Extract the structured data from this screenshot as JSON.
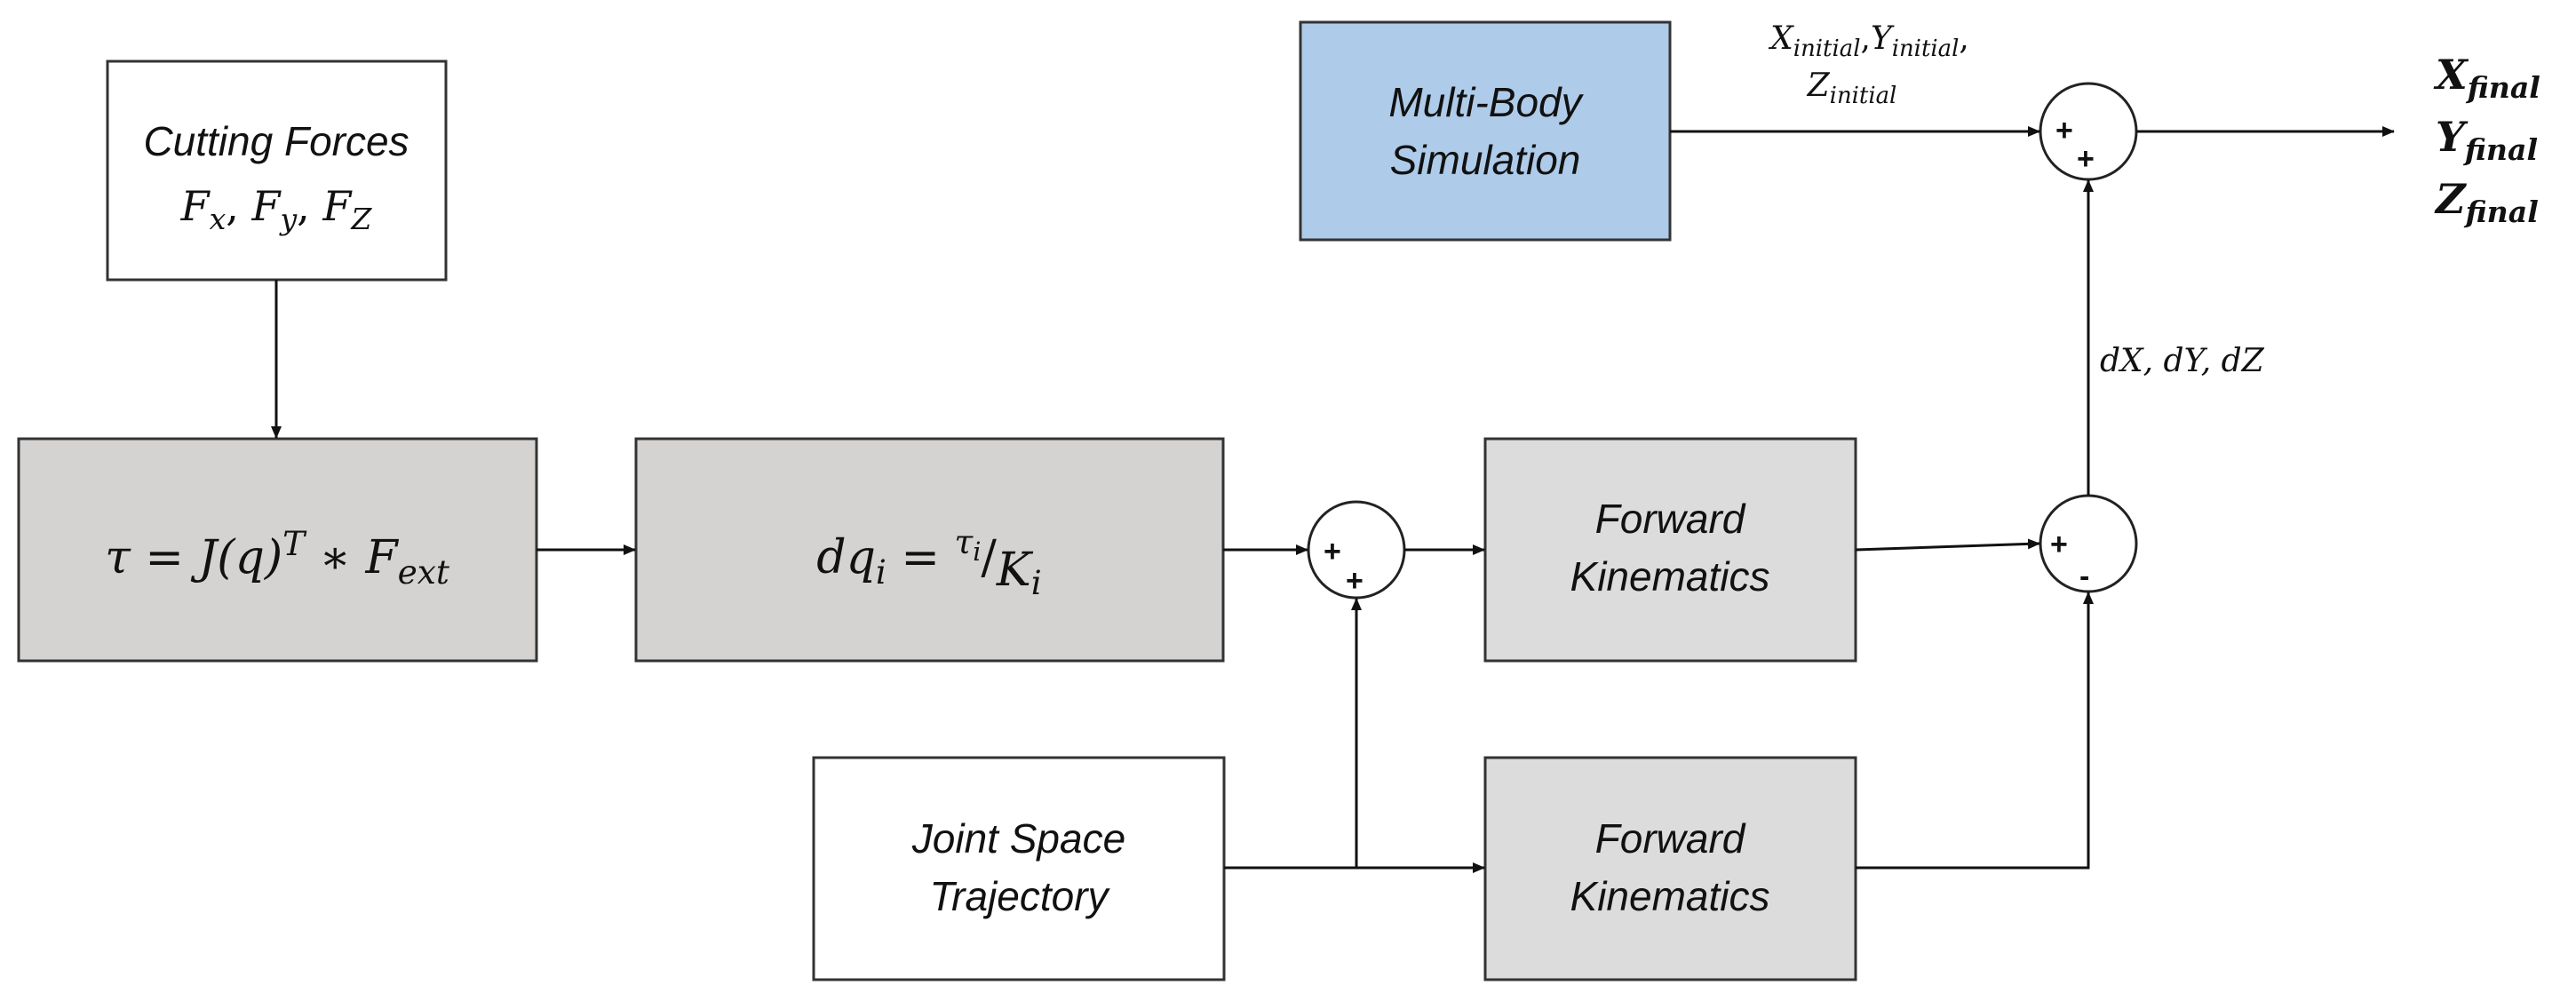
{
  "colors": {
    "gray_box": "#d5d2d2",
    "light_gray_box": "#dcdcdc",
    "blue_box": "#aecbea",
    "white_box": "#ffffff",
    "line": "#111111"
  },
  "blocks": {
    "cutting_forces": {
      "title": "Cutting Forces",
      "fx": "F",
      "fx_sub": "x",
      "fy": "F",
      "fy_sub": "y",
      "fz": "F",
      "fz_sub": "Z",
      "sep": ", "
    },
    "torque": {
      "lhs": "τ = J(q)",
      "sup_t": "T",
      "rhs": " ∗ F",
      "sub_ext": "ext"
    },
    "joint_deflection": {
      "lhs": "dq",
      "sub_i": "i",
      "eq": " = ",
      "tau": "τ",
      "tau_sub": "i",
      "slash": "/",
      "k": "K",
      "k_sub": "i"
    },
    "forward_kinematics_1": {
      "line1": "Forward",
      "line2": "Kinematics"
    },
    "forward_kinematics_2": {
      "line1": "Forward",
      "line2": "Kinematics"
    },
    "multi_body": {
      "line1": "Multi-Body",
      "line2": "Simulation"
    },
    "joint_trajectory": {
      "line1": "Joint Space",
      "line2": "Trajectory"
    }
  },
  "summers": {
    "joint_sum": {
      "sign_top": "+",
      "sign_bottom": "+"
    },
    "diff_sum": {
      "sign_top": "+",
      "sign_bottom": "-"
    },
    "final_sum": {
      "sign_top": "+",
      "sign_bottom": "+"
    }
  },
  "signals": {
    "initial": {
      "x": "X",
      "x_sub": "initial",
      "sep1": ",",
      "y": "Y",
      "y_sub": "initial",
      "sep2": ",",
      "z": "Z",
      "z_sub": "initial"
    },
    "delta": "dX, dY, dZ",
    "outputs": [
      {
        "var": "X",
        "sub": "final"
      },
      {
        "var": "Y",
        "sub": "final"
      },
      {
        "var": "Z",
        "sub": "final"
      }
    ]
  }
}
